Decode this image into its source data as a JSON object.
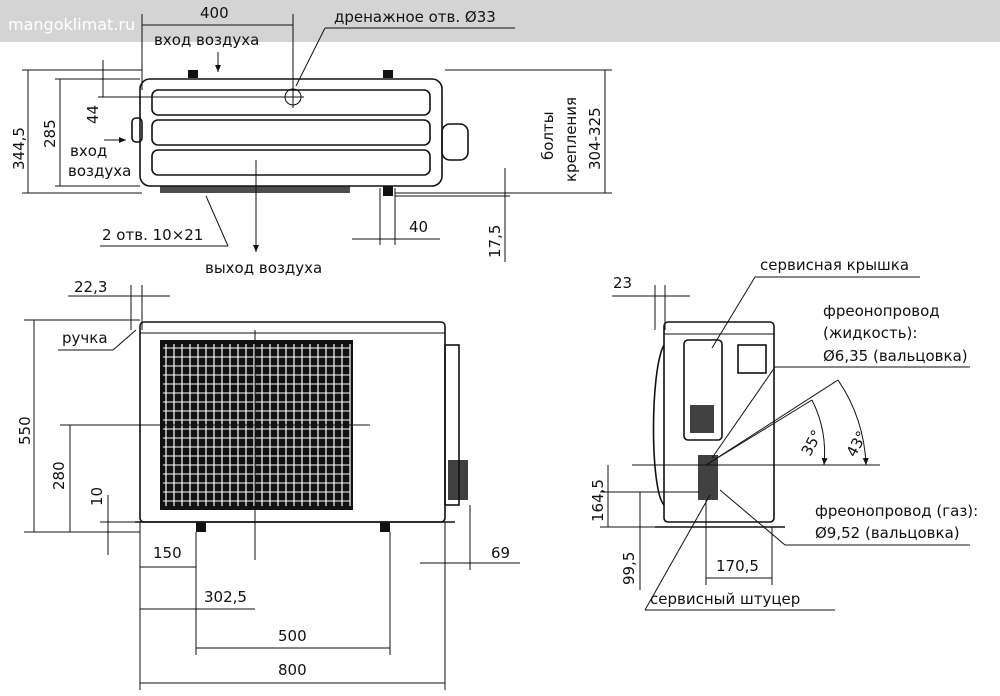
{
  "watermark": "mangoklimat.ru",
  "top_view": {
    "width_400": "400",
    "drain_hole": "дренажное  отв. Ø33",
    "air_inlet_top": "вход воздуха",
    "air_inlet_left_1": "вход",
    "air_inlet_left_2": "воздуха",
    "height_344": "344,5",
    "height_285": "285",
    "dim_44": "44",
    "bolts_1": "болты",
    "bolts_2": "крепления",
    "bolts_3": "304-325",
    "holes": "2 отв. 10×21",
    "air_outlet": "выход воздуха",
    "dim_40": "40",
    "dim_17": "17,5"
  },
  "front_view": {
    "dim_22": "22,3",
    "handle": "ручка",
    "height_550": "550",
    "height_280": "280",
    "dim_10": "10",
    "dim_150": "150",
    "dim_302": "302,5",
    "dim_500": "500",
    "dim_800": "800",
    "dim_69": "69"
  },
  "side_view": {
    "dim_23": "23",
    "service_cover": "сервисная крышка",
    "liquid_1": "фреонопровод",
    "liquid_2": "(жидкость):",
    "liquid_3": "Ø6,35 (вальцовка)",
    "angle_35": "35°",
    "angle_43": "43°",
    "height_164": "164,5",
    "height_99": "99,5",
    "gas_1": "фреонопровод (газ):",
    "gas_2": "Ø9,52 (вальцовка)",
    "dim_170": "170,5",
    "service_port": "сервисный штуцер"
  }
}
